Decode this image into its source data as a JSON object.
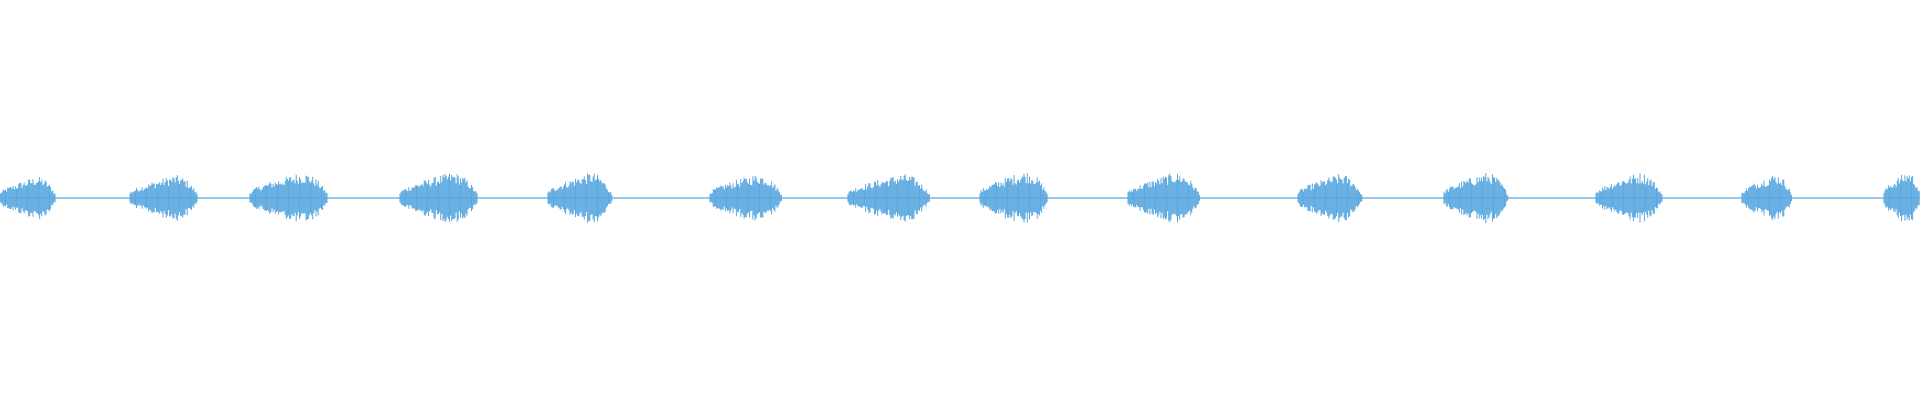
{
  "waveform": {
    "color": "#5aa8e0",
    "baseline_color": "#5aa8e0",
    "background": "#ffffff",
    "burst_count": 14,
    "burst_relative_amplitudes": [
      0.8,
      0.85,
      0.95,
      0.95,
      0.95,
      0.9,
      0.9,
      1.0,
      0.95,
      0.9,
      0.95,
      0.95,
      0.9,
      1.0
    ]
  }
}
